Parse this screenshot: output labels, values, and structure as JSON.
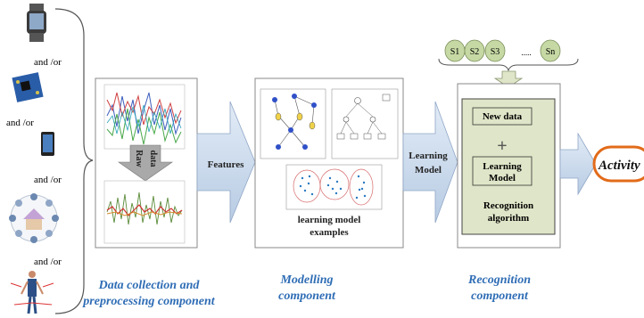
{
  "sources": {
    "and_or": "and /or"
  },
  "stage1": {
    "raw_data": "Raw data",
    "raw_line1": "Raw",
    "raw_line2": "data",
    "caption_line1": "Data collection and",
    "caption_line2": "preprocessing component"
  },
  "arrow1": {
    "label": "Features"
  },
  "stage2": {
    "examples_line1": "learning model",
    "examples_line2": "examples",
    "caption_line1": "Modelling",
    "caption_line2": "component"
  },
  "arrow2": {
    "line1": "Learning",
    "line2": "Model"
  },
  "sensors": {
    "s1": "S1",
    "s2": "S2",
    "s3": "S3",
    "dots": ".....",
    "sn": "Sn"
  },
  "stage3": {
    "new_data": "New data",
    "plus": "+",
    "model_line1": "Learning",
    "model_line2": "Model",
    "algo_line1": "Recognition",
    "algo_line2": "algorithm",
    "caption_line1": "Recognition",
    "caption_line2": "component"
  },
  "output": {
    "label": "Activity"
  },
  "colors": {
    "caption": "#2f6db5",
    "arrow_fill": "#c9d9ec",
    "recog_fill": "#dfe5c8",
    "sensor_fill": "#c6d9a4",
    "activity_border": "#e26b1a"
  }
}
